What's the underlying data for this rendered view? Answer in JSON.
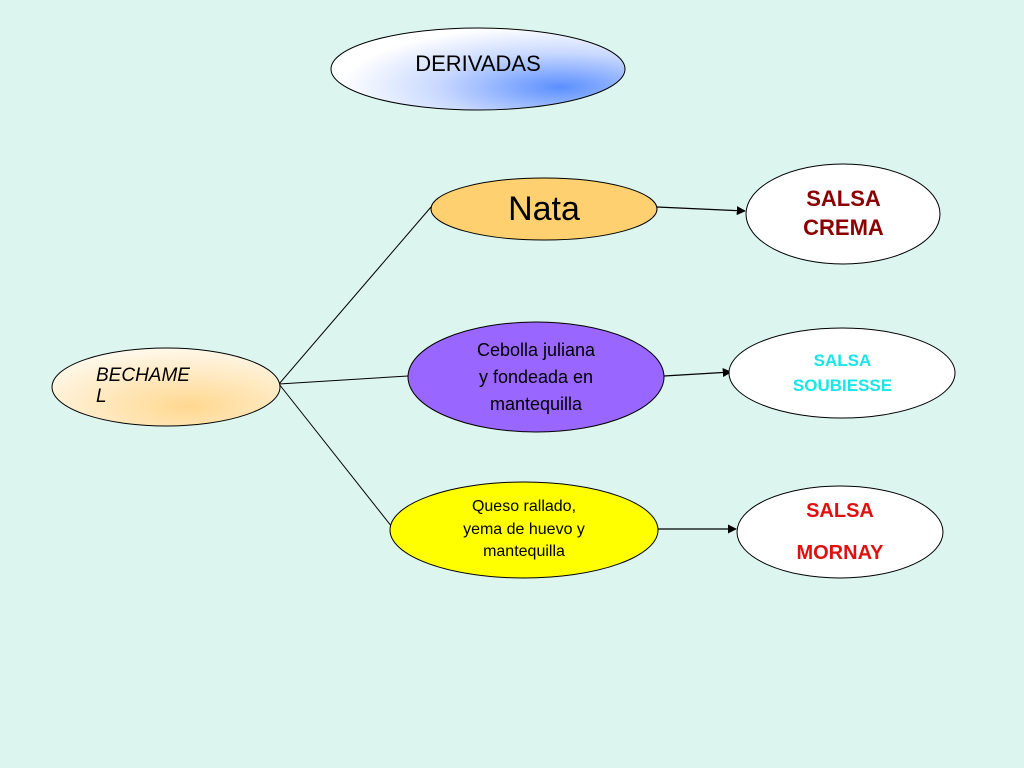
{
  "title": "DERIVADAS",
  "root": "BECHAME\nL",
  "branches": [
    {
      "ingredient": "Nata",
      "result": "SALSA\nCREMA"
    },
    {
      "ingredient": "Cebolla juliana\ny fondeada en\nmantequilla",
      "result": "SALSA\nSOUBIESSE"
    },
    {
      "ingredient": "Queso rallado,\nyema de huevo y\nmantequilla",
      "result": "SALSA\nMORNAY"
    }
  ],
  "colors": {
    "background": "#dcf5ee",
    "nata_fill": "#ffd070",
    "cebolla_fill": "#9966ff",
    "queso_fill": "#ffff00",
    "title_gradient": "#5b8fff",
    "root_gradient": "#ffd890",
    "crema_text": "#8b0000",
    "soubiesse_text": "#18e6e6",
    "mornay_text": "#e01010"
  }
}
